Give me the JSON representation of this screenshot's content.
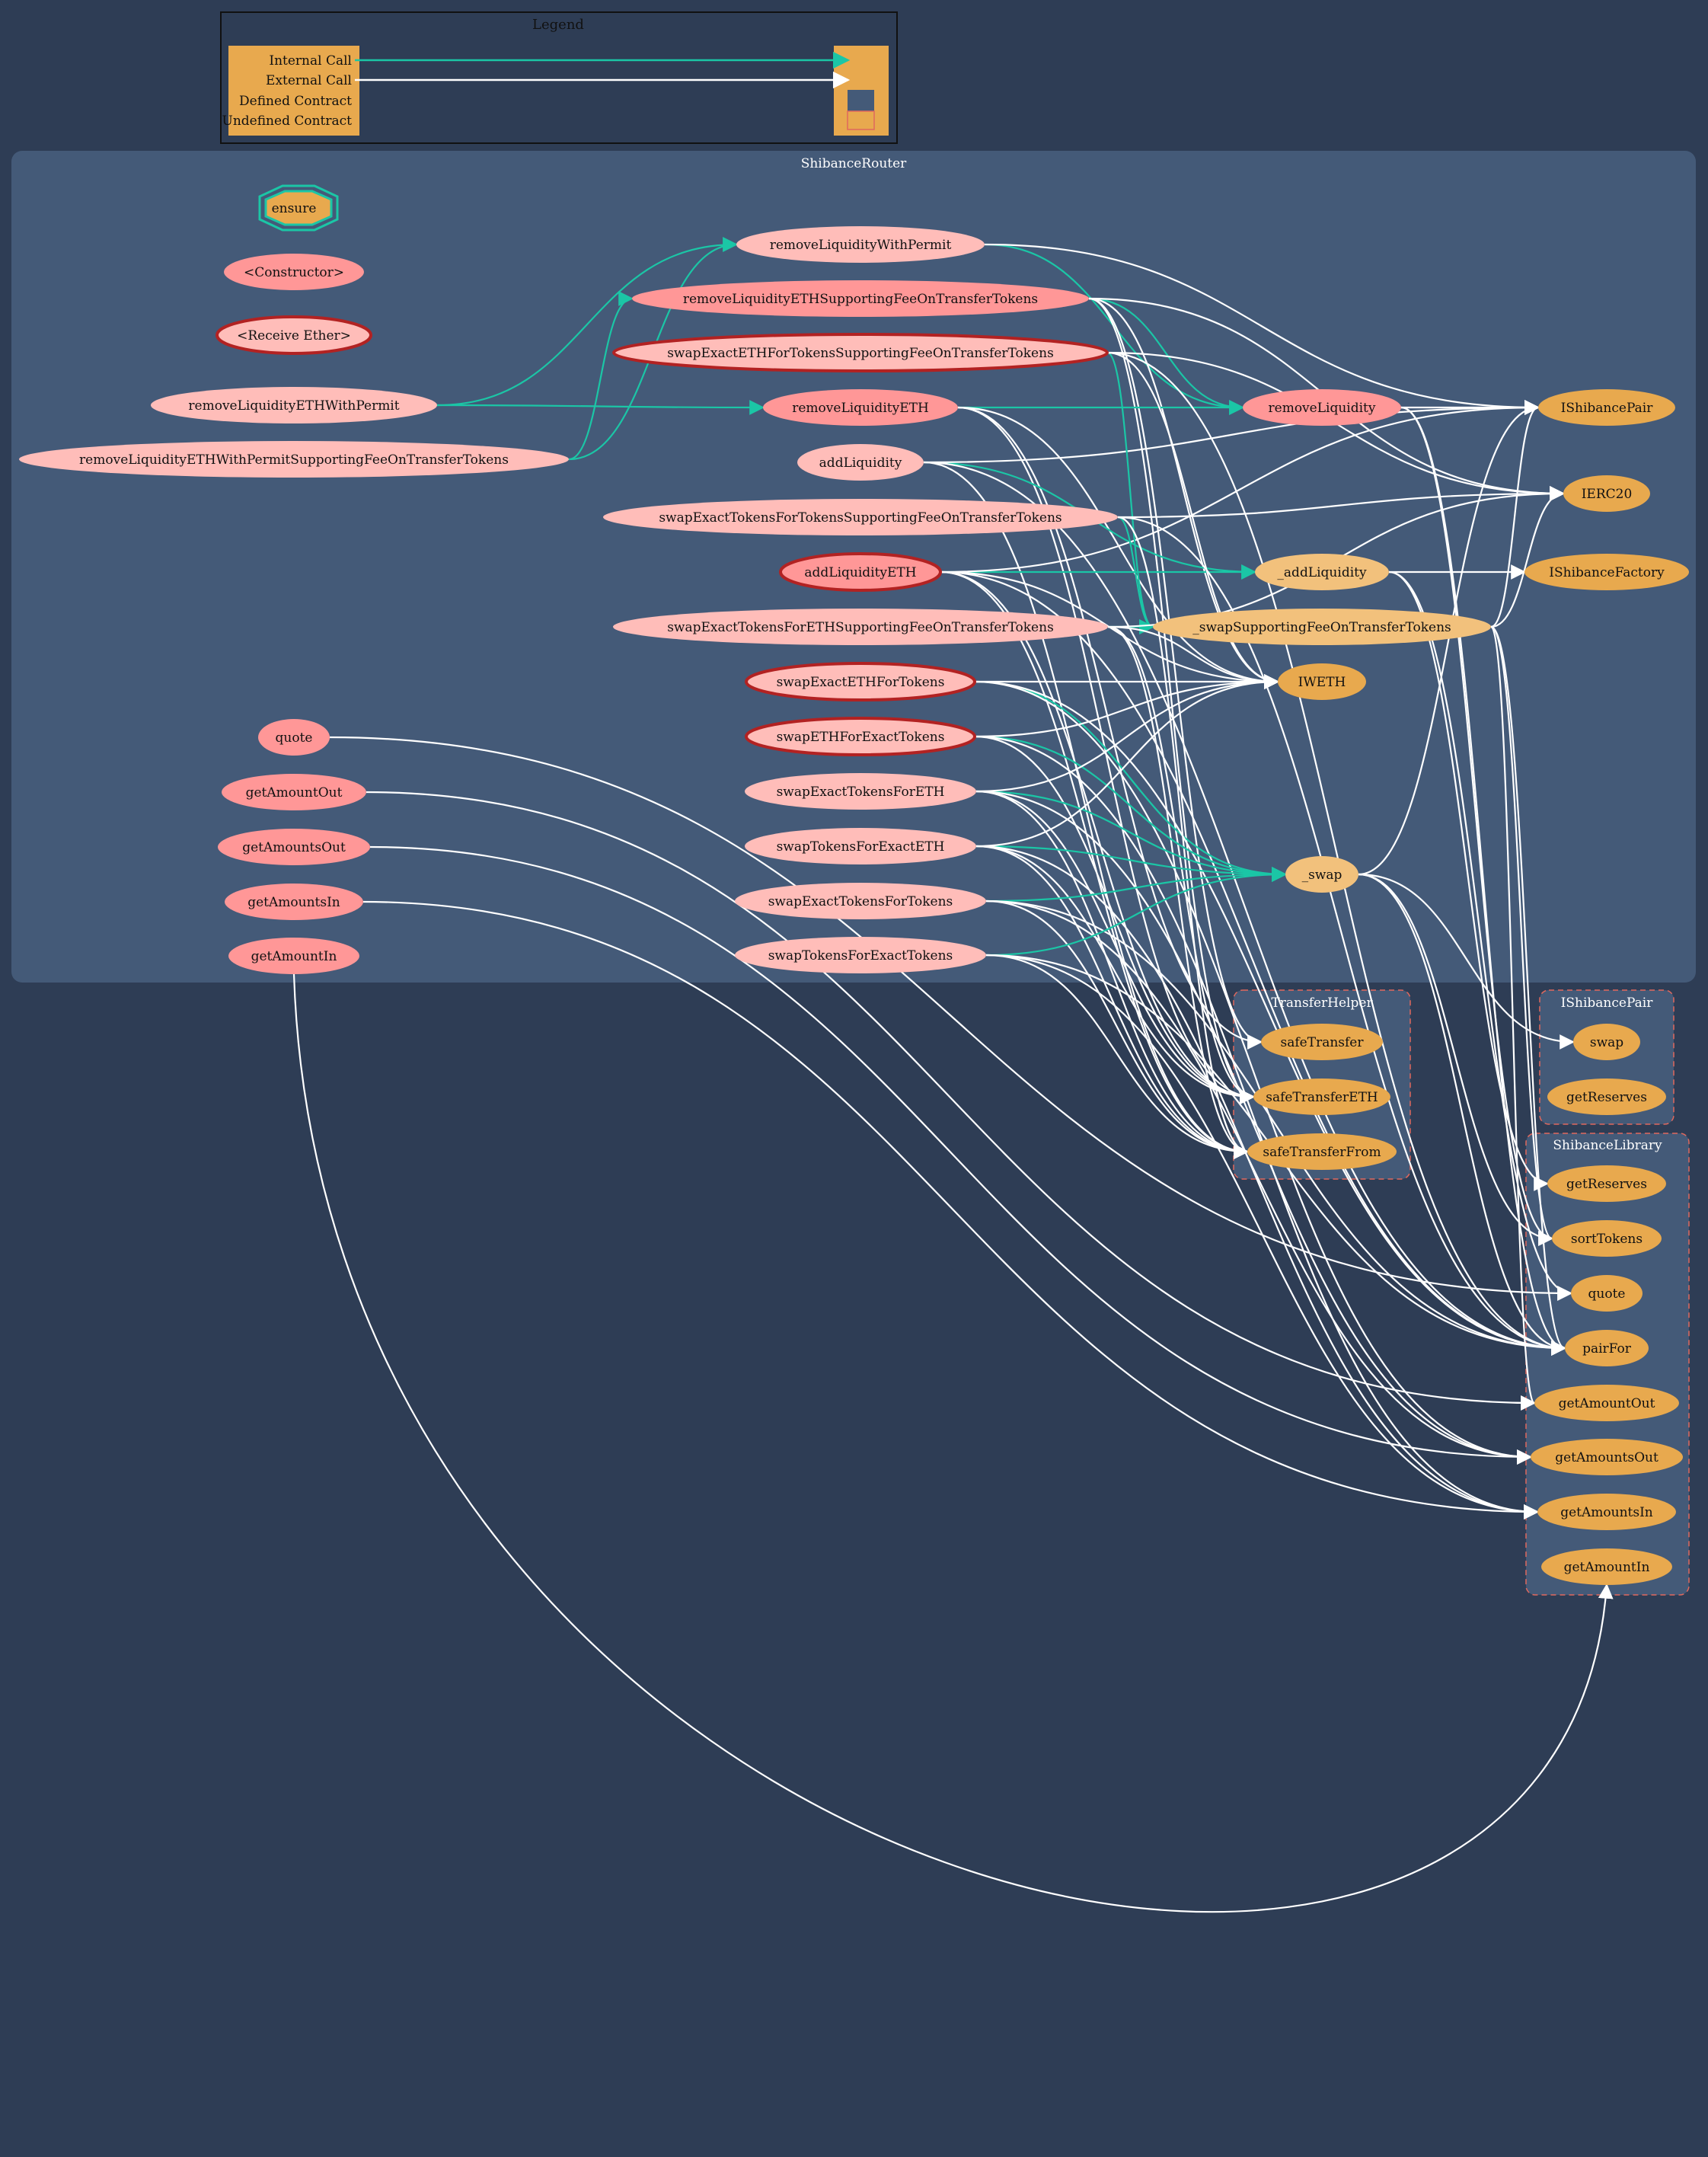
{
  "legend": {
    "title": "Legend",
    "items": [
      "Internal Call",
      "External Call",
      "Defined Contract",
      "Undefined Contract"
    ]
  },
  "clusters": {
    "router": "ShibanceRouter",
    "transfer_helper": "TransferHelper",
    "ishibance_pair": "IShibancePair",
    "shibance_library": "ShibanceLibrary"
  },
  "router_functions": [
    "ensure",
    "<Constructor>",
    "<Receive Ether>",
    "removeLiquidityETHWithPermit",
    "removeLiquidityETHWithPermitSupportingFeeOnTransferTokens",
    "quote",
    "getAmountOut",
    "getAmountsOut",
    "getAmountsIn",
    "getAmountIn",
    "removeLiquidityWithPermit",
    "removeLiquidityETHSupportingFeeOnTransferTokens",
    "swapExactETHForTokensSupportingFeeOnTransferTokens",
    "removeLiquidityETH",
    "addLiquidity",
    "swapExactTokensForTokensSupportingFeeOnTransferTokens",
    "addLiquidityETH",
    "swapExactTokensForETHSupportingFeeOnTransferTokens",
    "swapExactETHForTokens",
    "swapETHForExactTokens",
    "swapExactTokensForETH",
    "swapTokensForExactETH",
    "swapExactTokensForTokens",
    "swapTokensForExactTokens",
    "removeLiquidity",
    "_addLiquidity",
    "_swapSupportingFeeOnTransferTokens",
    "_swap"
  ],
  "external_contracts": [
    "IShibancePair",
    "IERC20",
    "IShibanceFactory",
    "IWETH"
  ],
  "transfer_helper_functions": [
    "safeTransfer",
    "safeTransferETH",
    "safeTransferFrom"
  ],
  "pair_functions": [
    "swap",
    "getReserves"
  ],
  "library_functions": [
    "getReserves",
    "sortTokens",
    "quote",
    "pairFor",
    "getAmountOut",
    "getAmountsOut",
    "getAmountsIn",
    "getAmountIn"
  ],
  "colors": {
    "background": "#2e3d55",
    "router_cluster": "#445a78",
    "internal_call": "#1bc6a6",
    "external_call": "#ffffff",
    "contract_fill": "#e8a94e",
    "public_function": "#ffbdb9",
    "private_function": "#ff9797",
    "payable_border": "#b22222",
    "cluster_border": "#e0685d"
  },
  "edges": [
    {
      "from": "n3",
      "to": "n10",
      "type": "internal"
    },
    {
      "from": "n3",
      "to": "n13",
      "type": "internal"
    },
    {
      "from": "n4",
      "to": "n10",
      "type": "internal"
    },
    {
      "from": "n4",
      "to": "n11",
      "type": "internal"
    },
    {
      "from": "n10",
      "to": "n24",
      "type": "internal"
    },
    {
      "from": "n10",
      "to": "e0",
      "type": "external"
    },
    {
      "from": "n11",
      "to": "n24",
      "type": "internal"
    },
    {
      "from": "n11",
      "to": "e1",
      "type": "external"
    },
    {
      "from": "n11",
      "to": "e3",
      "type": "external"
    },
    {
      "from": "n11",
      "to": "t0",
      "type": "external"
    },
    {
      "from": "n11",
      "to": "t1",
      "type": "external"
    },
    {
      "from": "n13",
      "to": "n24",
      "type": "internal"
    },
    {
      "from": "n13",
      "to": "e3",
      "type": "external"
    },
    {
      "from": "n13",
      "to": "t0",
      "type": "external"
    },
    {
      "from": "n13",
      "to": "t1",
      "type": "external"
    },
    {
      "from": "n24",
      "to": "e0",
      "type": "external"
    },
    {
      "from": "n24",
      "to": "l1",
      "type": "external"
    },
    {
      "from": "n24",
      "to": "l3",
      "type": "external"
    },
    {
      "from": "n14",
      "to": "n25",
      "type": "internal"
    },
    {
      "from": "n14",
      "to": "e0",
      "type": "external"
    },
    {
      "from": "n14",
      "to": "l3",
      "type": "external"
    },
    {
      "from": "n14",
      "to": "t2",
      "type": "external"
    },
    {
      "from": "n16",
      "to": "n25",
      "type": "internal"
    },
    {
      "from": "n16",
      "to": "e3",
      "type": "external"
    },
    {
      "from": "n16",
      "to": "e0",
      "type": "external"
    },
    {
      "from": "n16",
      "to": "t2",
      "type": "external"
    },
    {
      "from": "n16",
      "to": "t1",
      "type": "external"
    },
    {
      "from": "n16",
      "to": "l3",
      "type": "external"
    },
    {
      "from": "n25",
      "to": "e2",
      "type": "external"
    },
    {
      "from": "n25",
      "to": "l0",
      "type": "external"
    },
    {
      "from": "n25",
      "to": "l2",
      "type": "external"
    },
    {
      "from": "n12",
      "to": "n26",
      "type": "internal"
    },
    {
      "from": "n12",
      "to": "e3",
      "type": "external"
    },
    {
      "from": "n12",
      "to": "e1",
      "type": "external"
    },
    {
      "from": "n12",
      "to": "l3",
      "type": "external"
    },
    {
      "from": "n15",
      "to": "n26",
      "type": "internal"
    },
    {
      "from": "n15",
      "to": "e1",
      "type": "external"
    },
    {
      "from": "n15",
      "to": "t2",
      "type": "external"
    },
    {
      "from": "n15",
      "to": "l3",
      "type": "external"
    },
    {
      "from": "n17",
      "to": "n26",
      "type": "internal"
    },
    {
      "from": "n17",
      "to": "e3",
      "type": "external"
    },
    {
      "from": "n17",
      "to": "e1",
      "type": "external"
    },
    {
      "from": "n17",
      "to": "t2",
      "type": "external"
    },
    {
      "from": "n17",
      "to": "t1",
      "type": "external"
    },
    {
      "from": "n26",
      "to": "e0",
      "type": "external"
    },
    {
      "from": "n26",
      "to": "e1",
      "type": "external"
    },
    {
      "from": "n26",
      "to": "l1",
      "type": "external"
    },
    {
      "from": "n26",
      "to": "l4",
      "type": "external"
    },
    {
      "from": "n26",
      "to": "l3",
      "type": "external"
    },
    {
      "from": "n18",
      "to": "n27",
      "type": "internal"
    },
    {
      "from": "n18",
      "to": "e3",
      "type": "external"
    },
    {
      "from": "n18",
      "to": "l5",
      "type": "external"
    },
    {
      "from": "n18",
      "to": "l3",
      "type": "external"
    },
    {
      "from": "n19",
      "to": "n27",
      "type": "internal"
    },
    {
      "from": "n19",
      "to": "e3",
      "type": "external"
    },
    {
      "from": "n19",
      "to": "l6",
      "type": "external"
    },
    {
      "from": "n19",
      "to": "t1",
      "type": "external"
    },
    {
      "from": "n20",
      "to": "n27",
      "type": "internal"
    },
    {
      "from": "n20",
      "to": "e3",
      "type": "external"
    },
    {
      "from": "n20",
      "to": "l5",
      "type": "external"
    },
    {
      "from": "n20",
      "to": "t1",
      "type": "external"
    },
    {
      "from": "n20",
      "to": "t2",
      "type": "external"
    },
    {
      "from": "n21",
      "to": "n27",
      "type": "internal"
    },
    {
      "from": "n21",
      "to": "e3",
      "type": "external"
    },
    {
      "from": "n21",
      "to": "l6",
      "type": "external"
    },
    {
      "from": "n21",
      "to": "t1",
      "type": "external"
    },
    {
      "from": "n21",
      "to": "t2",
      "type": "external"
    },
    {
      "from": "n22",
      "to": "n27",
      "type": "internal"
    },
    {
      "from": "n22",
      "to": "l5",
      "type": "external"
    },
    {
      "from": "n22",
      "to": "t2",
      "type": "external"
    },
    {
      "from": "n22",
      "to": "l3",
      "type": "external"
    },
    {
      "from": "n23",
      "to": "n27",
      "type": "internal"
    },
    {
      "from": "n23",
      "to": "l6",
      "type": "external"
    },
    {
      "from": "n23",
      "to": "t2",
      "type": "external"
    },
    {
      "from": "n23",
      "to": "l3",
      "type": "external"
    },
    {
      "from": "n27",
      "to": "e0",
      "type": "external"
    },
    {
      "from": "n27",
      "to": "l1",
      "type": "external"
    },
    {
      "from": "n27",
      "to": "l3",
      "type": "external"
    },
    {
      "from": "n27",
      "to": "p0",
      "type": "external"
    },
    {
      "from": "n5",
      "to": "l2",
      "type": "external"
    },
    {
      "from": "n6",
      "to": "l4",
      "type": "external"
    },
    {
      "from": "n7",
      "to": "l5",
      "type": "external"
    },
    {
      "from": "n8",
      "to": "l6",
      "type": "external"
    },
    {
      "from": "n9",
      "to": "l7",
      "type": "external"
    }
  ]
}
